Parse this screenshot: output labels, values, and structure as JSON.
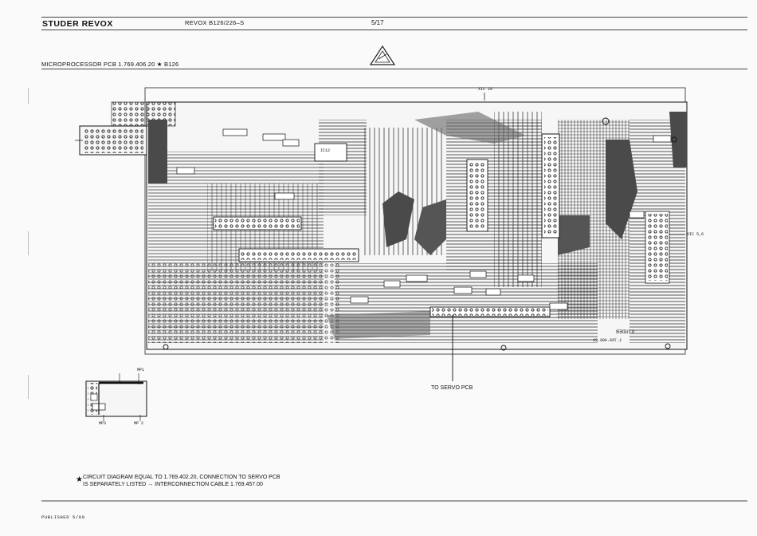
{
  "header": {
    "brand": "STUDER REVOX",
    "model": "REVOX B126/226–S",
    "page": "5/17"
  },
  "pcb": {
    "title": "MICROPROCESSOR PCB 1.769.406.20 ★   B126",
    "labels": {
      "xic16": "XIC 16",
      "xic56": "XIC 5,6",
      "ic12": "IC12",
      "studer": "STUDER",
      "pcbnum": "1.769.406.21",
      "mp1": "MP1",
      "mp2": "MP 2",
      "mp3": "MP3",
      "to_servo": "TO SERVO PCB"
    }
  },
  "note": {
    "line1": "CIRCUIT DIAGRAM EQUAL TO 1.769.402.20, CONNECTION TO SERVO PCB",
    "line2": "IS SEPARATELY LISTED → INTERCONNECTION CABLE 1.769.457.00"
  },
  "footer": {
    "published": "PUBLISHED  5/89"
  },
  "colors": {
    "ink": "#111111",
    "paper": "#fafafa",
    "copper_fill": "#4a4a4a"
  }
}
